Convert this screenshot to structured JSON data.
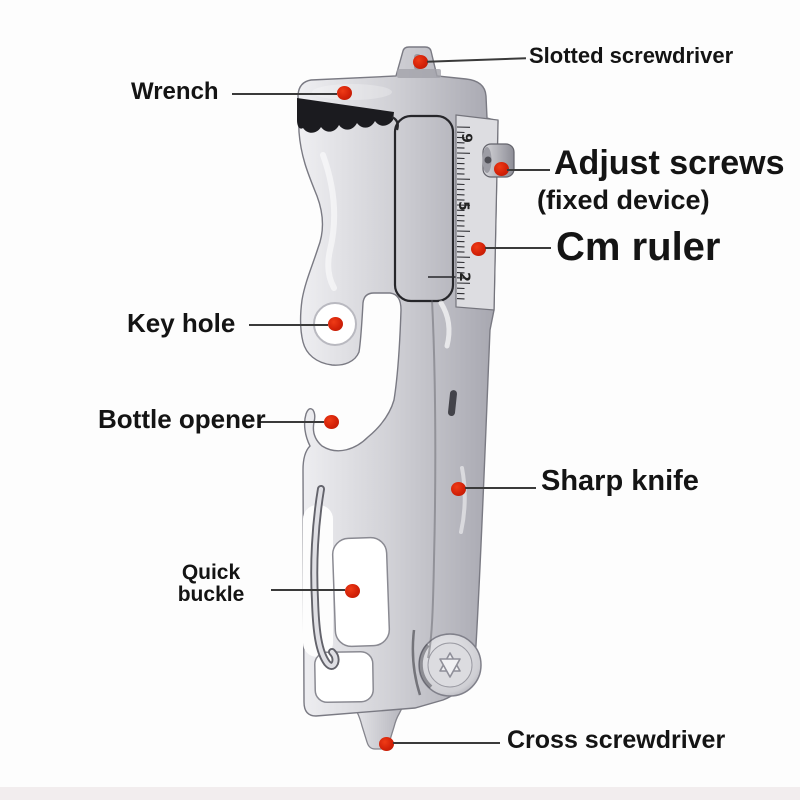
{
  "colors": {
    "annotation_dot": "#d32108",
    "leader_line": "#3a3a3a",
    "label_text": "#141414",
    "tool_metal_light": "#ececef",
    "tool_metal_dark": "#a8a8b0",
    "background": "#fdfdfd",
    "bottom_band": "#f2edee"
  },
  "labels": {
    "slotted_screwdriver": "Slotted screwdriver",
    "wrench": "Wrench",
    "adjust_screws": "Adjust screws",
    "adjust_screws_note": "(fixed device)",
    "cm_ruler": "Cm ruler",
    "key_hole": "Key hole",
    "bottle_opener": "Bottle opener",
    "sharp_knife": "Sharp knife",
    "quick_buckle": "Quick buckle",
    "cross_screwdriver": "Cross screwdriver"
  },
  "ruler": {
    "numbers": [
      "9",
      "5",
      "2"
    ]
  }
}
